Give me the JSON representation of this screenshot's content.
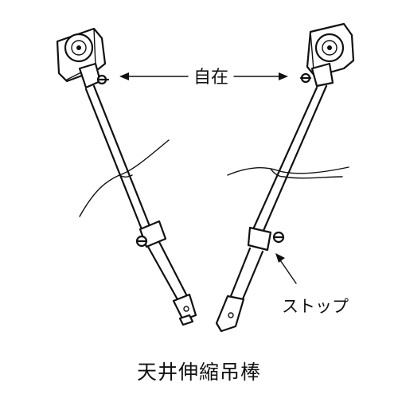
{
  "labels": {
    "adjustable": "自在",
    "stop": "ストップ"
  },
  "caption": "天井伸縮吊棒"
}
